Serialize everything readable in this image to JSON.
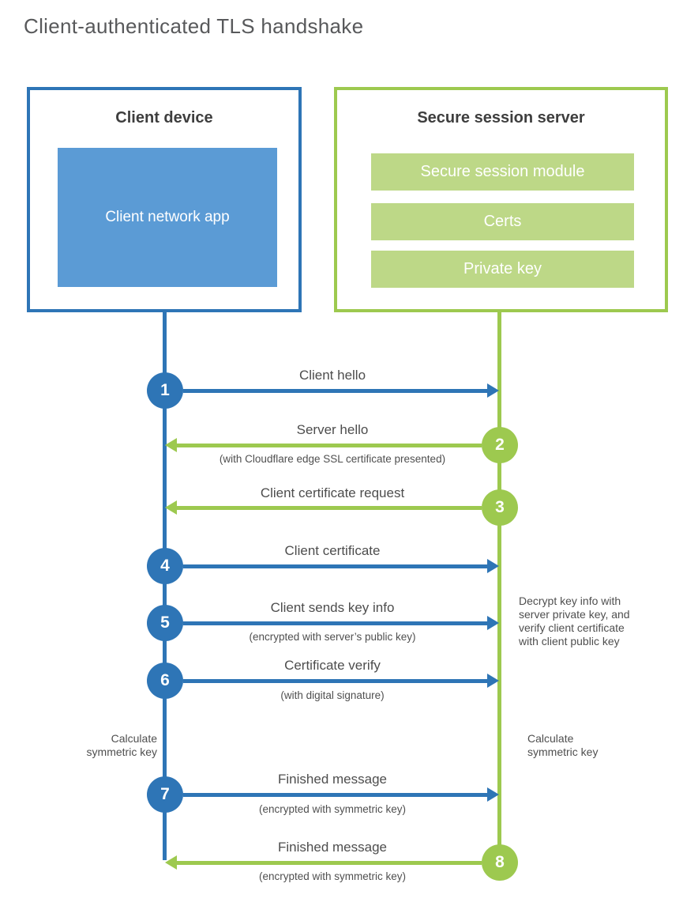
{
  "title": "Client-authenticated TLS handshake",
  "colors": {
    "blue": "#2e75b6",
    "blueLight": "#5b9bd5",
    "green": "#9dc94f",
    "greenLight": "#bdd887",
    "textDark": "#3e3e3e",
    "textGray": "#4f4f4f",
    "titleGray": "#58595b"
  },
  "client": {
    "title": "Client device",
    "app_label": "Client network app"
  },
  "server": {
    "title": "Secure session server",
    "modules": [
      "Secure session module",
      "Certs",
      "Private key"
    ]
  },
  "steps": [
    {
      "num": "1",
      "label": "Client hello",
      "sublabel": "",
      "direction": "right",
      "color": "blue"
    },
    {
      "num": "2",
      "label": "Server hello",
      "sublabel": "(with Cloudflare edge SSL certificate presented)",
      "direction": "left",
      "color": "green"
    },
    {
      "num": "3",
      "label": "Client certificate request",
      "sublabel": "",
      "direction": "left",
      "color": "green"
    },
    {
      "num": "4",
      "label": "Client certificate",
      "sublabel": "",
      "direction": "right",
      "color": "blue"
    },
    {
      "num": "5",
      "label": "Client sends key info",
      "sublabel": "(encrypted with server’s public key)",
      "direction": "right",
      "color": "blue"
    },
    {
      "num": "6",
      "label": "Certificate verify",
      "sublabel": "(with digital signature)",
      "direction": "right",
      "color": "blue"
    },
    {
      "num": "7",
      "label": "Finished message",
      "sublabel": "(encrypted with symmetric key)",
      "direction": "right",
      "color": "blue"
    },
    {
      "num": "8",
      "label": "Finished message",
      "sublabel": "(encrypted with symmetric key)",
      "direction": "left",
      "color": "green"
    }
  ],
  "annotations": {
    "decrypt_note": "Decrypt key info with server private key, and verify client certificate with client public key",
    "calc_symmetric_left": "Calculate symmetric key",
    "calc_symmetric_right": "Calculate symmetric key"
  }
}
